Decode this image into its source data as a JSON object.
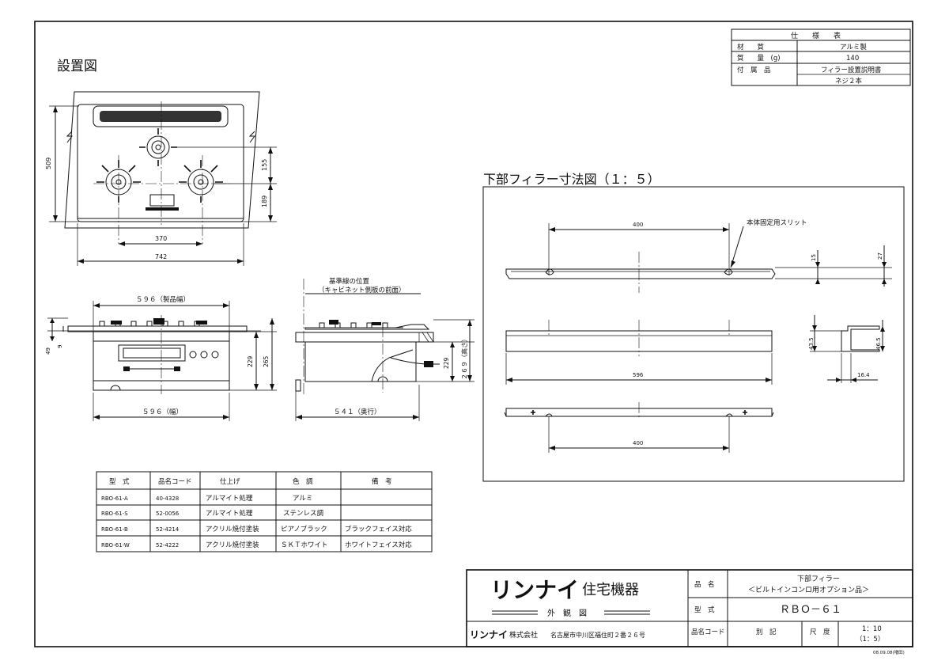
{
  "install": {
    "title": "設置図",
    "dims": {
      "depth": "509",
      "burner_gap": "155",
      "burner_front": "189",
      "burner_span": "370",
      "width": "742"
    }
  },
  "front": {
    "width_label": "５９６（製品幅）",
    "width_bottom": "５９６（幅）",
    "height_total": "265",
    "height_body": "229",
    "top_h": "49",
    "top_gap": "9"
  },
  "side": {
    "ref_title": "基準線の位置",
    "ref_sub": "（キャビネット側板の前面）",
    "depth_label": "５４１（奥行）",
    "height_label": "２６９（高さ）",
    "height_body": "229"
  },
  "filler": {
    "title": "下部フィラー寸法図（１：５）",
    "slit_label": "本体固定用スリット",
    "dim_top": "400",
    "dim_h1": "15",
    "dim_h2": "27",
    "dim_width": "596",
    "dim_bottom": "400",
    "sec_h1": "43.5",
    "sec_h2": "46.5",
    "sec_w": "16.4"
  },
  "spec": {
    "title": "仕　　様　　表",
    "rows": [
      {
        "label": "材　　質",
        "value": "アルミ製"
      },
      {
        "label": "質　　量　(g)",
        "value": "140"
      },
      {
        "label": "付　属　品",
        "value": "フィラー設置説明書"
      },
      {
        "label": "",
        "value": "ネジ２本"
      }
    ]
  },
  "models": {
    "headers": [
      "型　式",
      "品名コード",
      "仕上げ",
      "色　調",
      "備　考"
    ],
    "rows": [
      [
        "RBO-61-A",
        "40-4328",
        "アルマイト処理",
        "アルミ",
        ""
      ],
      [
        "RBO-61-S",
        "52-0056",
        "アルマイト処理",
        "ステンレス調",
        ""
      ],
      [
        "RBO-61-B",
        "52-4214",
        "アクリル焼付塗装",
        "ピアノブラック",
        "ブラックフェイス対応"
      ],
      [
        "RBO-61-W",
        "52-4222",
        "アクリル焼付塗装",
        "ＳＫＴホワイト",
        "ホワイトフェイス対応"
      ]
    ]
  },
  "titleblock": {
    "logo": "リンナイ",
    "logo_sub": "住宅機器",
    "view": "外　観　図",
    "company_logo": "リンナイ",
    "company_suffix": "株式会社",
    "address": "名古屋市中川区福住町２番２６号",
    "name_label": "品　名",
    "name_line1": "下部フィラー",
    "name_line2": "＜ビルトインコンロ用オプション品＞",
    "type_label": "型　式",
    "type_value": "ＲＢＯ－６１",
    "code_label": "品名コード",
    "code_value": "別　記",
    "scale_label": "尺　度",
    "scale_value1": "1：10",
    "scale_value2": "（1：5）",
    "date_stamp": "08.09.08(増田)"
  }
}
